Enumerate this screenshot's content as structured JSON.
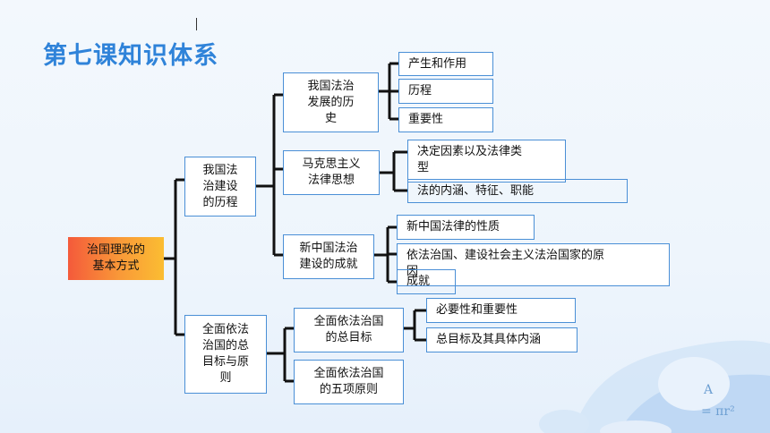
{
  "title": "第七课知识体系",
  "root": "治国理政的\n基本方式",
  "level1": [
    {
      "label": "我国法\n治建设\n的历程"
    },
    {
      "label": "全面依法\n治国的总\n目标与原\n则"
    }
  ],
  "level2": [
    {
      "label": "我国法治\n发展的历\n史"
    },
    {
      "label": "马克思主义\n法律思想"
    },
    {
      "label": "新中国法治\n建设的成就"
    },
    {
      "label": "全面依法治国\n的总目标"
    },
    {
      "label": "全面依法治国\n的五项原则"
    }
  ],
  "level3": [
    {
      "label": "产生和作用"
    },
    {
      "label": "历程"
    },
    {
      "label": "重要性"
    },
    {
      "label": "决定因素以及法律类\n型"
    },
    {
      "label": "法的内涵、特征、职能"
    },
    {
      "label": "新中国法律的性质"
    },
    {
      "label": "依法治国、建设社会主义法治国家的原\n因"
    },
    {
      "label": "成就"
    },
    {
      "label": "必要性和重要性"
    },
    {
      "label": "总目标及其具体内涵"
    }
  ],
  "decoration": {
    "letter": "A",
    "formula": "= πr²"
  },
  "colors": {
    "title": "#2f83d9",
    "border": "#4a8fd6",
    "line": "#111111"
  }
}
